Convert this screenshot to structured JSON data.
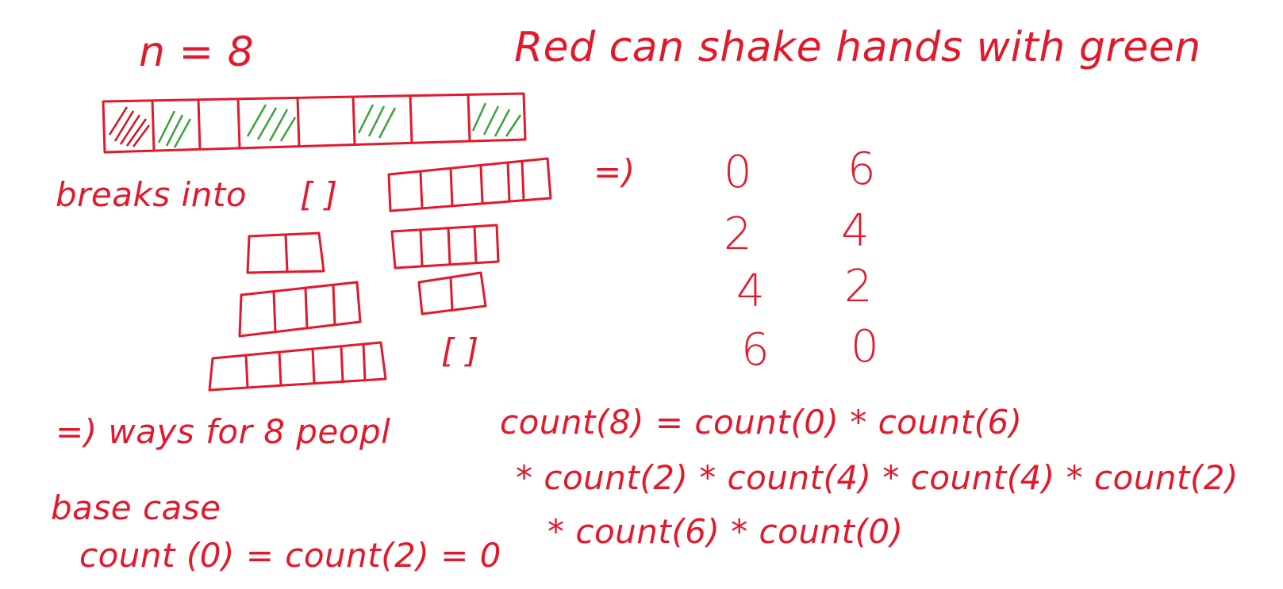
{
  "whiteboard": {
    "heading_n": "n = 8",
    "heading_rule": "Red can shake hands with green",
    "breaks_label": "breaks into",
    "empty_left": "[ ]",
    "empty_right": "[ ]",
    "arrow": "=)",
    "pairs": [
      {
        "left": "0",
        "right": "6"
      },
      {
        "left": "2",
        "right": "4"
      },
      {
        "left": "4",
        "right": "2"
      },
      {
        "left": "6",
        "right": "0"
      }
    ],
    "ways_line": "=) ways for 8 peopl",
    "formula_line1": "count(8) = count(0) * count(6)",
    "formula_line2": "* count(2) * count(4) * count(4) * count(2)",
    "formula_line3": "* count(6) * count(0)",
    "base_case_label": "base case",
    "base_case_formula": "count (0) = count(2) = 0",
    "ink_color": "#e3192b",
    "hatch_colors": {
      "red": "#d4121f",
      "green": "#3aa33a"
    }
  }
}
